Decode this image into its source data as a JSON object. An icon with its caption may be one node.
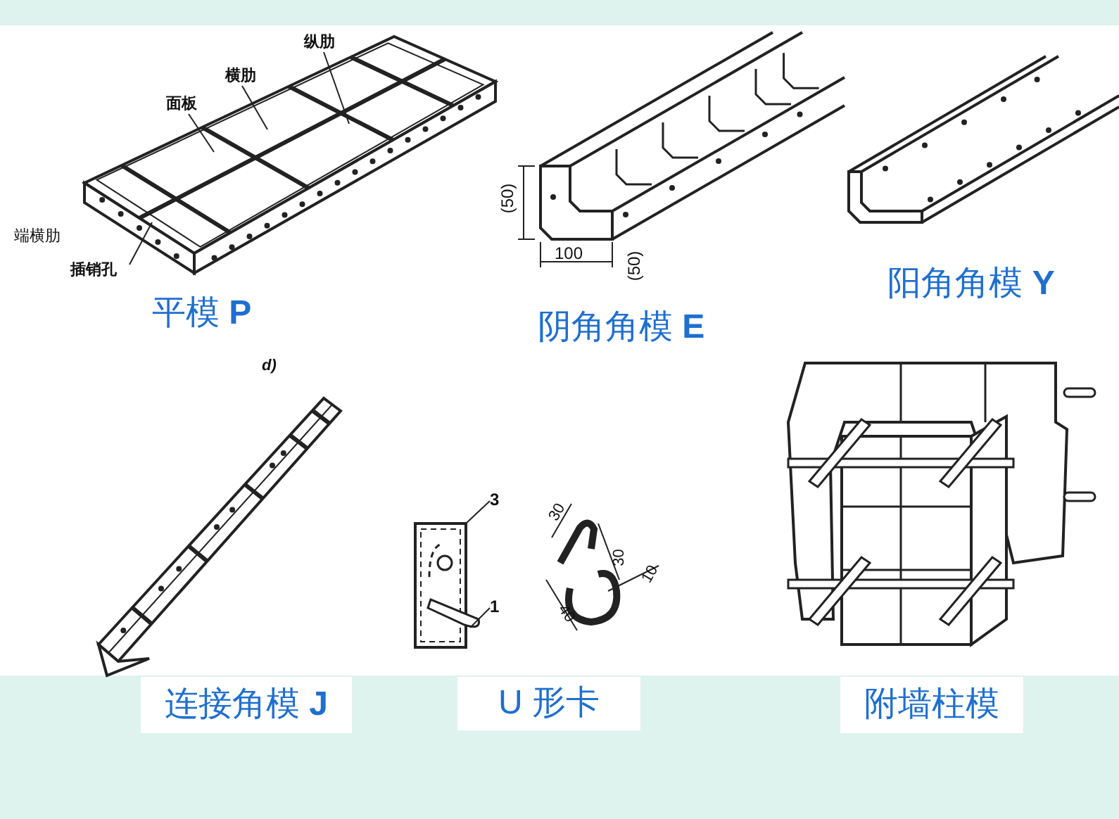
{
  "diagram": {
    "nodes": [
      {
        "text": [
          "纵肋"
        ]
      },
      {
        "text": [
          "横肋"
        ]
      },
      {
        "text": [
          "面板"
        ]
      },
      {
        "text": [
          "插销孔"
        ]
      },
      {
        "text": [
          "3"
        ]
      },
      {
        "text": [
          "1"
        ]
      }
    ],
    "edges": [
      {
        "from": 0,
        "to": null,
        "arrow": "none"
      },
      {
        "from": 1,
        "to": null,
        "arrow": "none"
      },
      {
        "from": 2,
        "to": null,
        "arrow": "none"
      },
      {
        "from": 3,
        "to": null,
        "arrow": "none"
      },
      {
        "from": 4,
        "to": null,
        "arrow": "none"
      },
      {
        "from": 5,
        "to": null,
        "arrow": "none"
      }
    ],
    "labels": [
      "端横肋",
      "平模 **P**",
      "(50)",
      "100",
      "(50)",
      "阴角角模 **E**",
      "阳角角模 **Y**",
      "d)",
      "30",
      "30",
      "10",
      "40",
      "连接角模 **J**",
      "U 形卡",
      "附墙柱模"
    ]
  }
}
